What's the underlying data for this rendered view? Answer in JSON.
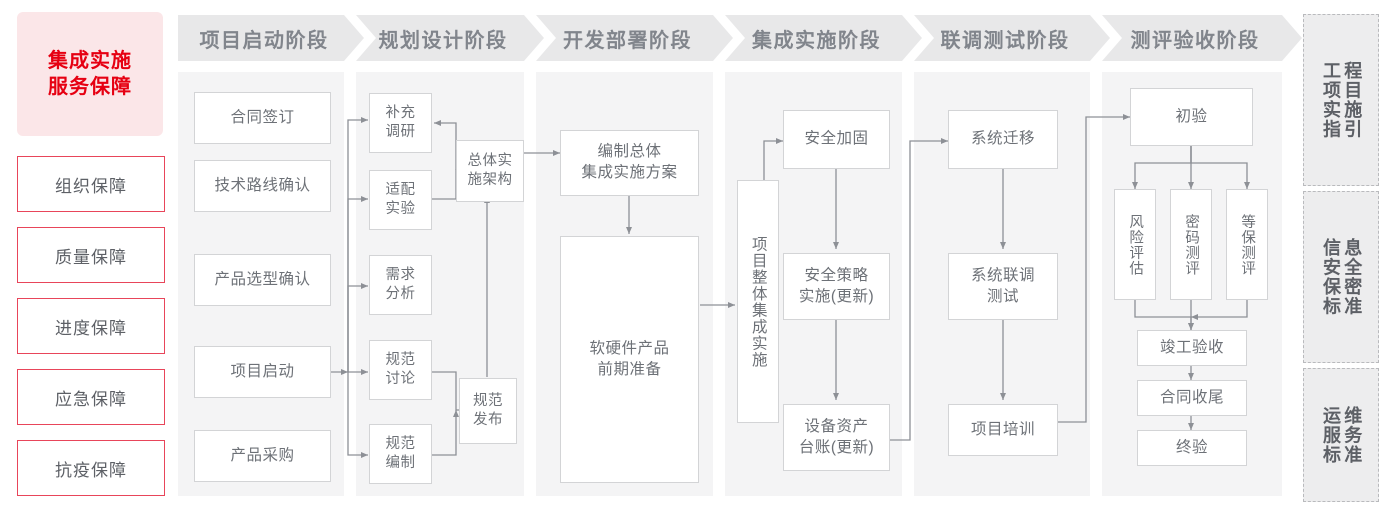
{
  "guarantee_rail": {
    "hero": {
      "line1": "集成实施",
      "line2": "服务保障",
      "color": "#e60012",
      "bg": "#fbe6e8"
    },
    "items": [
      {
        "label": "组织保障"
      },
      {
        "label": "质量保障"
      },
      {
        "label": "进度保障"
      },
      {
        "label": "应急保障"
      },
      {
        "label": "抗疫保障"
      }
    ],
    "border_color": "#e8455a"
  },
  "phases": [
    {
      "title": "项目启动阶段",
      "nodes": [
        {
          "label": "合同签订"
        },
        {
          "label": "技术路线确认"
        },
        {
          "label": "产品选型确认"
        },
        {
          "label": "项目启动"
        },
        {
          "label": "产品采购"
        }
      ]
    },
    {
      "title": "规划设计阶段",
      "nodes": [
        {
          "label": "补充\n调研"
        },
        {
          "label": "适配\n实验"
        },
        {
          "label": "需求\n分析"
        },
        {
          "label": "规范\n讨论"
        },
        {
          "label": "规范\n编制"
        },
        {
          "label": "总体实\n施架构"
        },
        {
          "label": "规范\n发布"
        }
      ]
    },
    {
      "title": "开发部署阶段",
      "nodes": [
        {
          "label": "编制总体\n集成实施方案"
        },
        {
          "label": "软硬件产品\n前期准备"
        }
      ]
    },
    {
      "title": "集成实施阶段",
      "nodes": [
        {
          "label": "项目整体集成实施"
        },
        {
          "label": "安全加固"
        },
        {
          "label": "安全策略\n实施(更新)"
        },
        {
          "label": "设备资产\n台账(更新)"
        }
      ]
    },
    {
      "title": "联调测试阶段",
      "nodes": [
        {
          "label": "系统迁移"
        },
        {
          "label": "系统联调\n测试"
        },
        {
          "label": "项目培训"
        }
      ]
    },
    {
      "title": "测评验收阶段",
      "nodes": [
        {
          "label": "初验"
        },
        {
          "label": "风险评估"
        },
        {
          "label": "密码测评"
        },
        {
          "label": "等保测评"
        },
        {
          "label": "竣工验收"
        },
        {
          "label": "合同收尾"
        },
        {
          "label": "终验"
        }
      ]
    }
  ],
  "standards_rail": [
    {
      "label": "程目施引\n工项实指",
      "full": "工程项目实施指引"
    },
    {
      "label": "息全密准\n信安保标",
      "full": "信息安全保密标准"
    },
    {
      "label": "维务准\n运服标",
      "full": "运维服务标准"
    }
  ],
  "palette": {
    "column_bg": "#f4f4f5",
    "header_bg": "#e8e8e9",
    "header_text": "#81858c",
    "node_border": "#d3d4d6",
    "node_text": "#6d7177",
    "connector": "#8d9096",
    "standards_bg": "#ededee",
    "standards_border": "#b9babd"
  }
}
